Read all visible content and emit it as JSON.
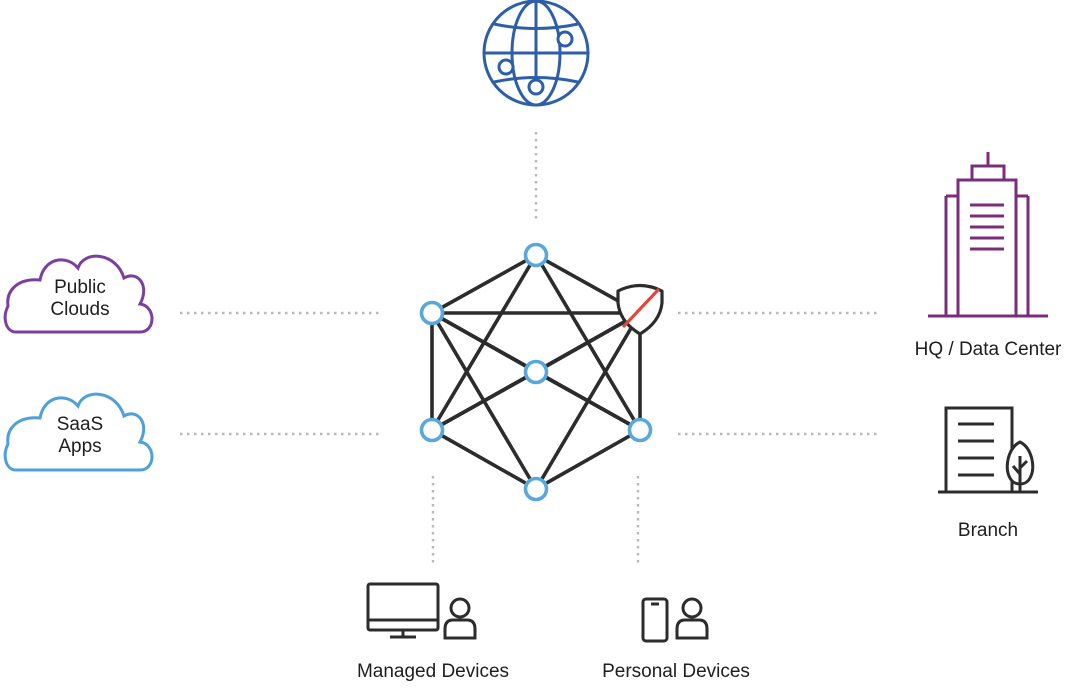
{
  "labels": {
    "public_clouds": [
      "Public",
      "Clouds"
    ],
    "saas_apps": [
      "SaaS",
      "Apps"
    ],
    "hq": "HQ / Data Center",
    "branch": "Branch",
    "managed_devices": "Managed Devices",
    "personal_devices": "Personal Devices"
  },
  "colors": {
    "internet": "#2d5ea8",
    "public_clouds": "#7a3fa0",
    "saas_apps": "#4ea1d8",
    "hq": "#7a2d7a",
    "mesh": "#2c2c2c",
    "node": "#5aa7dc",
    "shield_slash": "#e2463a",
    "connector": "#b9b9b9"
  },
  "icons": {
    "internet": "globe-icon",
    "public_clouds": "cloud-icon",
    "saas_apps": "cloud-icon",
    "hq": "building-icon",
    "branch": "branch-office-icon",
    "managed_devices": "monitor-user-icon",
    "personal_devices": "phone-user-icon",
    "security": "shield-icon"
  }
}
